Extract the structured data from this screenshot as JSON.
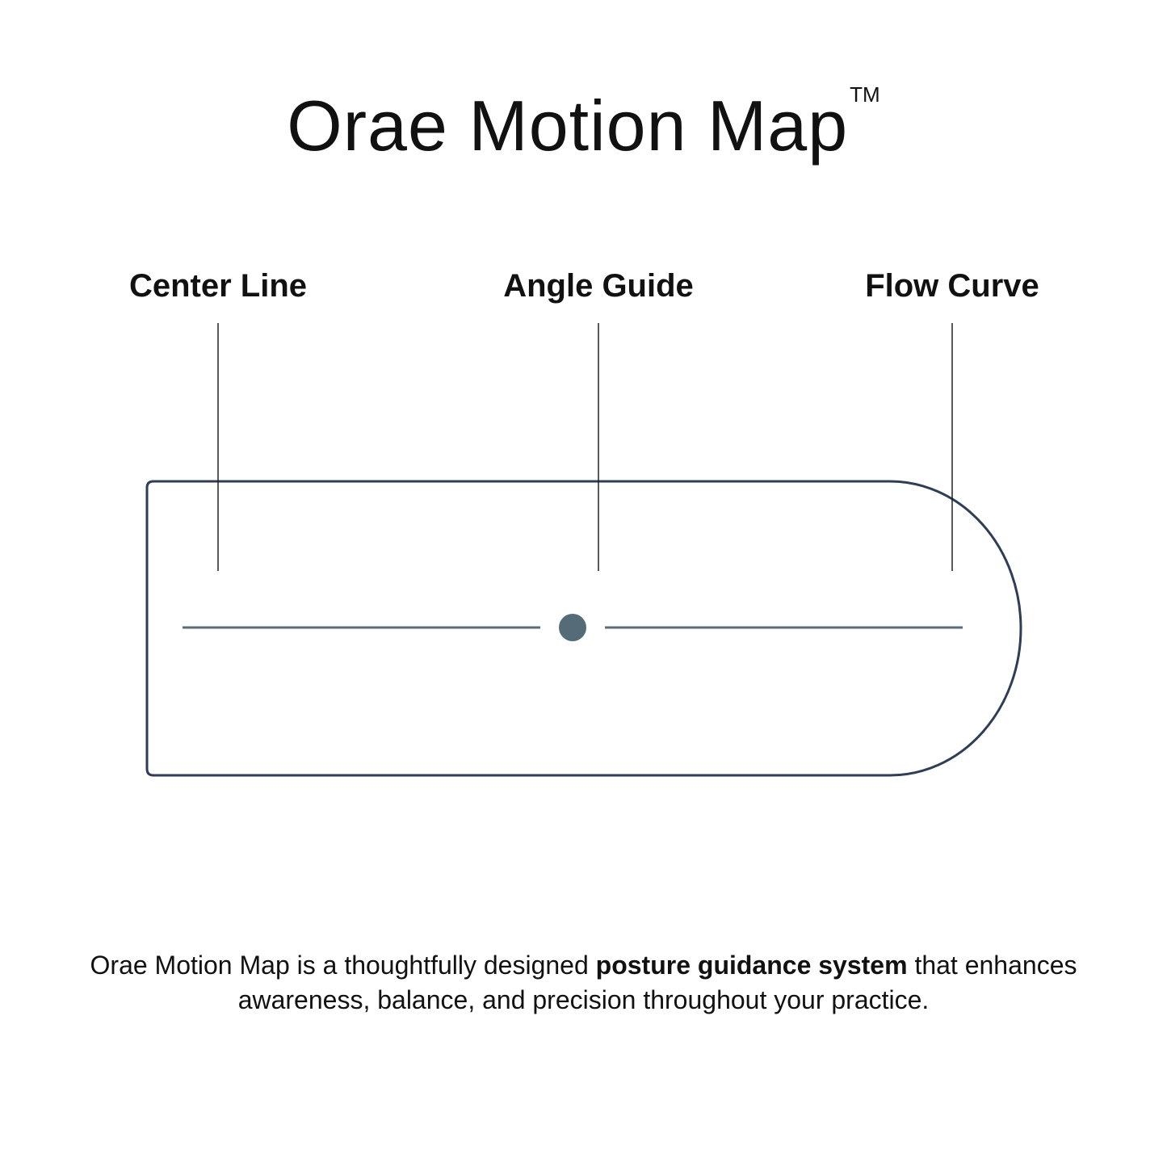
{
  "header": {
    "title": "Orae Motion Map",
    "trademark": "TM"
  },
  "labels": {
    "center_line": "Center Line",
    "angle_guide": "Angle Guide",
    "flow_curve": "Flow Curve"
  },
  "description": {
    "lead": "Orae Motion Map is a thoughtfully designed ",
    "emphasis": "posture guidance system",
    "tail": " that enhances awareness, balance, and precision throughout your practice."
  },
  "colors": {
    "outline": "#2f3d55",
    "guide_line": "#5a6e7a",
    "leader_line": "#222222",
    "dot": "#556b77",
    "text": "#111111"
  }
}
